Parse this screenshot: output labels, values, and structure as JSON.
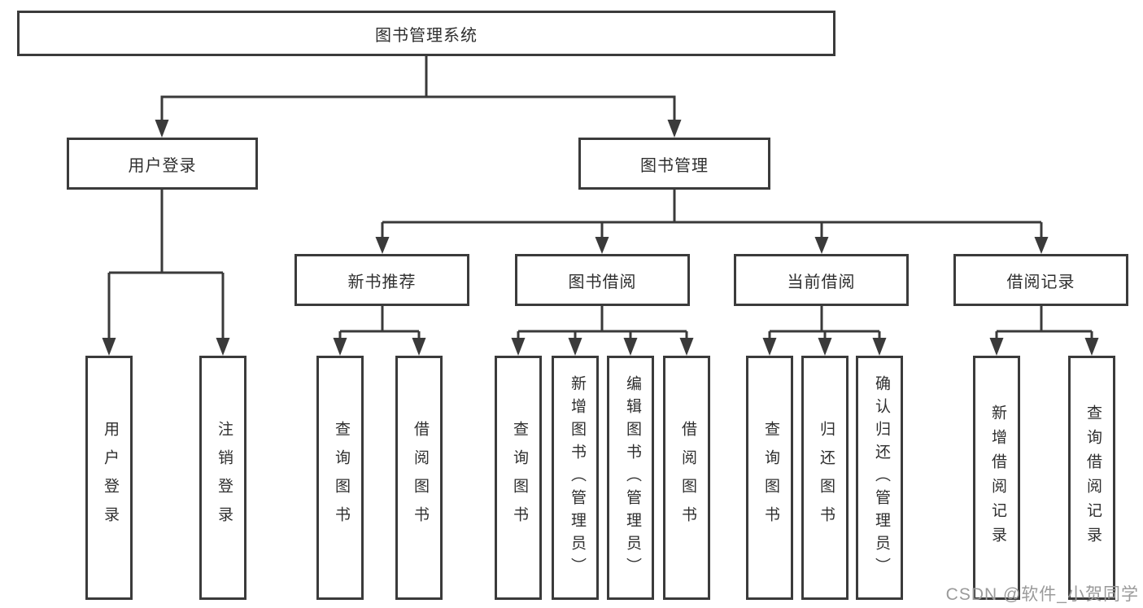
{
  "colors": {
    "background": "#ffffff",
    "box_border": "#3b3b3b",
    "connector_line": "#3a3a3a",
    "text": "#2f2f2f",
    "watermark": "#9a9a9a"
  },
  "tree": {
    "root": {
      "label": "图书管理系统"
    },
    "branches": [
      {
        "label": "用户登录",
        "leaves": [
          {
            "label": "用户登录"
          },
          {
            "label": "注销登录"
          }
        ]
      },
      {
        "label": "图书管理",
        "groups": [
          {
            "label": "新书推荐",
            "leaves": [
              {
                "label": "查询图书"
              },
              {
                "label": "借阅图书"
              }
            ]
          },
          {
            "label": "图书借阅",
            "leaves": [
              {
                "label": "查询图书"
              },
              {
                "label": "新增图书（管理员）"
              },
              {
                "label": "编辑图书（管理员）"
              },
              {
                "label": "借阅图书"
              }
            ]
          },
          {
            "label": "当前借阅",
            "leaves": [
              {
                "label": "查询图书"
              },
              {
                "label": "归还图书"
              },
              {
                "label": "确认归还（管理员）"
              }
            ]
          },
          {
            "label": "借阅记录",
            "leaves": [
              {
                "label": "新增借阅记录"
              },
              {
                "label": "查询借阅记录"
              }
            ]
          }
        ]
      }
    ]
  },
  "watermark": {
    "text": "CSDN @软件_小贺同学"
  }
}
